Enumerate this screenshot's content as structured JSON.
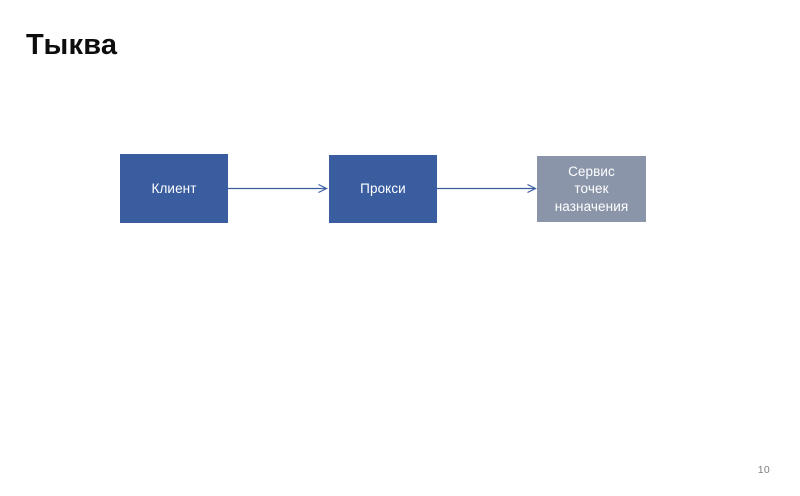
{
  "slide": {
    "title": "Тыква",
    "background_color": "#ffffff",
    "title_color": "#0d0d0d",
    "page_number": "10",
    "page_number_color": "#7f7f7f"
  },
  "diagram": {
    "type": "flow",
    "nodes": [
      {
        "id": "client",
        "label": "Клиент",
        "fill": "#3a5da0",
        "text_color": "#ffffff"
      },
      {
        "id": "proxy",
        "label": "Прокси",
        "fill": "#3a5da0",
        "text_color": "#ffffff"
      },
      {
        "id": "destination-service",
        "label": "Сервис\nточек\nназначения",
        "fill": "#8b95a9",
        "text_color": "#ffffff"
      }
    ],
    "connectors": [
      {
        "id": "client-to-proxy",
        "from": "client",
        "to": "proxy",
        "style": "arrow",
        "color": "#3a5da0"
      },
      {
        "id": "proxy-to-destination-service",
        "from": "proxy",
        "to": "destination-service",
        "style": "arrow",
        "color": "#3a5da0"
      }
    ]
  }
}
